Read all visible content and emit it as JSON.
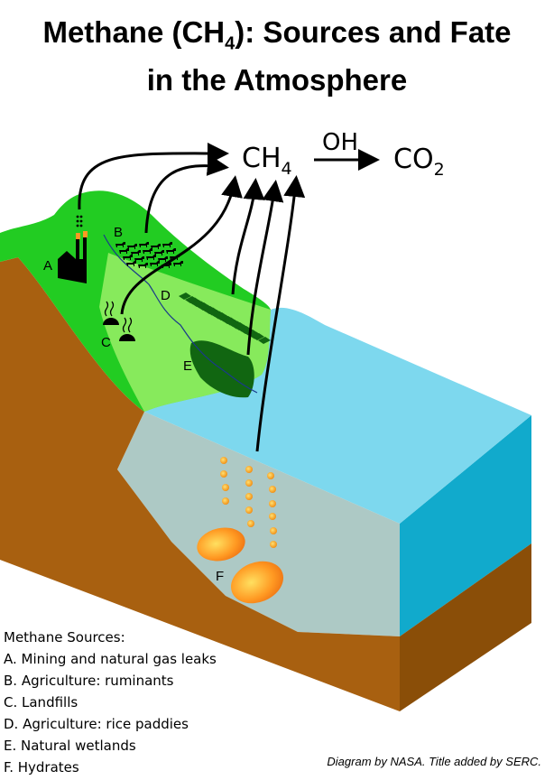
{
  "title": {
    "line1_pre": "Methane (CH",
    "line1_sub": "4",
    "line1_post": "): Sources and Fate",
    "line2": "in the Atmosphere"
  },
  "reaction": {
    "reactant": "CH",
    "reactant_sub": "4",
    "catalyst": "OH",
    "product": "CO",
    "product_sub": "2"
  },
  "labels": {
    "a": "A",
    "b": "B",
    "c": "C",
    "d": "D",
    "e": "E",
    "f": "F"
  },
  "legend": {
    "heading": "Methane Sources:",
    "items": [
      "A. Mining and natural gas leaks",
      "B. Agriculture: ruminants",
      "C. Landfills",
      "D. Agriculture: rice paddies",
      "E. Natural wetlands",
      "F. Hydrates"
    ]
  },
  "credit": "Diagram by NASA. Title added by SERC.",
  "colors": {
    "land_green": "#22cc22",
    "light_green": "#99ee66",
    "wetland": "#116611",
    "soil": "#a86010",
    "soil_dark": "#8a4e08",
    "water_top": "#7dd8ee",
    "water_side": "#11aacc",
    "water_front": "#a9c6c2",
    "hydrate": "#ff9922"
  }
}
